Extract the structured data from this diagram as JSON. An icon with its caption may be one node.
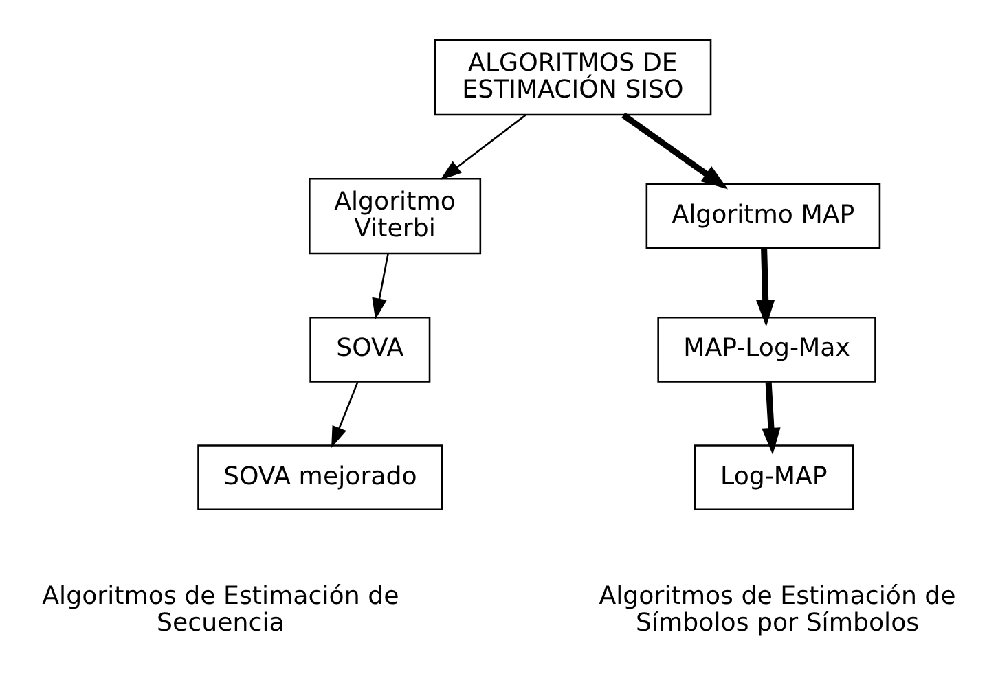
{
  "diagram": {
    "nodes": [
      {
        "text": [
          "ALGORITMOS DE ESTIMACIÓN SISO"
        ]
      },
      {
        "text": [
          "Algoritmo Viterbi"
        ]
      },
      {
        "text": [
          "SOVA"
        ]
      },
      {
        "text": [
          "SOVA mejorado"
        ],
        "beside": [
          "Algoritmos de Estimación de Secuencia"
        ]
      },
      {
        "text": [
          "Algoritmo MAP"
        ]
      },
      {
        "text": [
          "MAP-Log-Max"
        ]
      },
      {
        "text": [
          "Log-MAP"
        ],
        "beside": [
          "Algoritmos de Estimación de Símbolos por Símbolos"
        ]
      }
    ],
    "edges": [
      {
        "from": 0,
        "to": 1,
        "arrow": "to"
      },
      {
        "from": 0,
        "to": 4,
        "arrow": "to",
        "style": "thick"
      },
      {
        "from": 1,
        "to": 2,
        "arrow": "to"
      },
      {
        "from": 2,
        "to": 3,
        "arrow": "to"
      },
      {
        "from": 4,
        "to": 5,
        "arrow": "to",
        "style": "thick"
      },
      {
        "from": 5,
        "to": 6,
        "arrow": "to",
        "style": "thick"
      }
    ]
  }
}
